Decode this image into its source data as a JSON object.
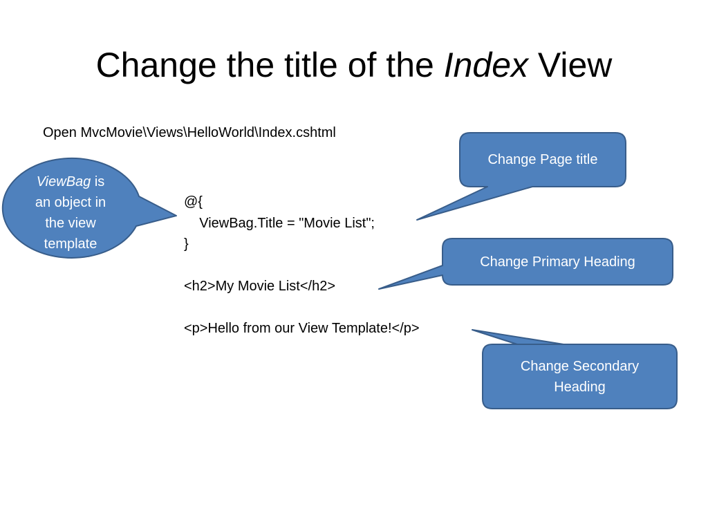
{
  "slide": {
    "title_pre": "Change the title of the ",
    "title_emph": "Index",
    "title_post": " View",
    "instruction": "Open MvcMovie\\Views\\HelloWorld\\Index.cshtml"
  },
  "code_lines": [
    "@{",
    "    ViewBag.Title = \"Movie List\";",
    "}",
    "<h2>My Movie List</h2>",
    "<p>Hello from our View Template!</p>"
  ],
  "callouts": {
    "viewbag": {
      "emph": "ViewBag",
      "line1_rest": " is",
      "line2": "an object in",
      "line3": "the view",
      "line4": "template"
    },
    "page_title": {
      "label": "Change Page title"
    },
    "primary_heading": {
      "label": "Change Primary Heading"
    },
    "secondary_heading": {
      "line1": "Change Secondary",
      "line2": "Heading"
    }
  },
  "colors": {
    "callout_fill": "#4F81BD",
    "callout_stroke": "#385D8A",
    "callout_text": "#FFFFFF",
    "text": "#000000",
    "background": "#FFFFFF"
  }
}
